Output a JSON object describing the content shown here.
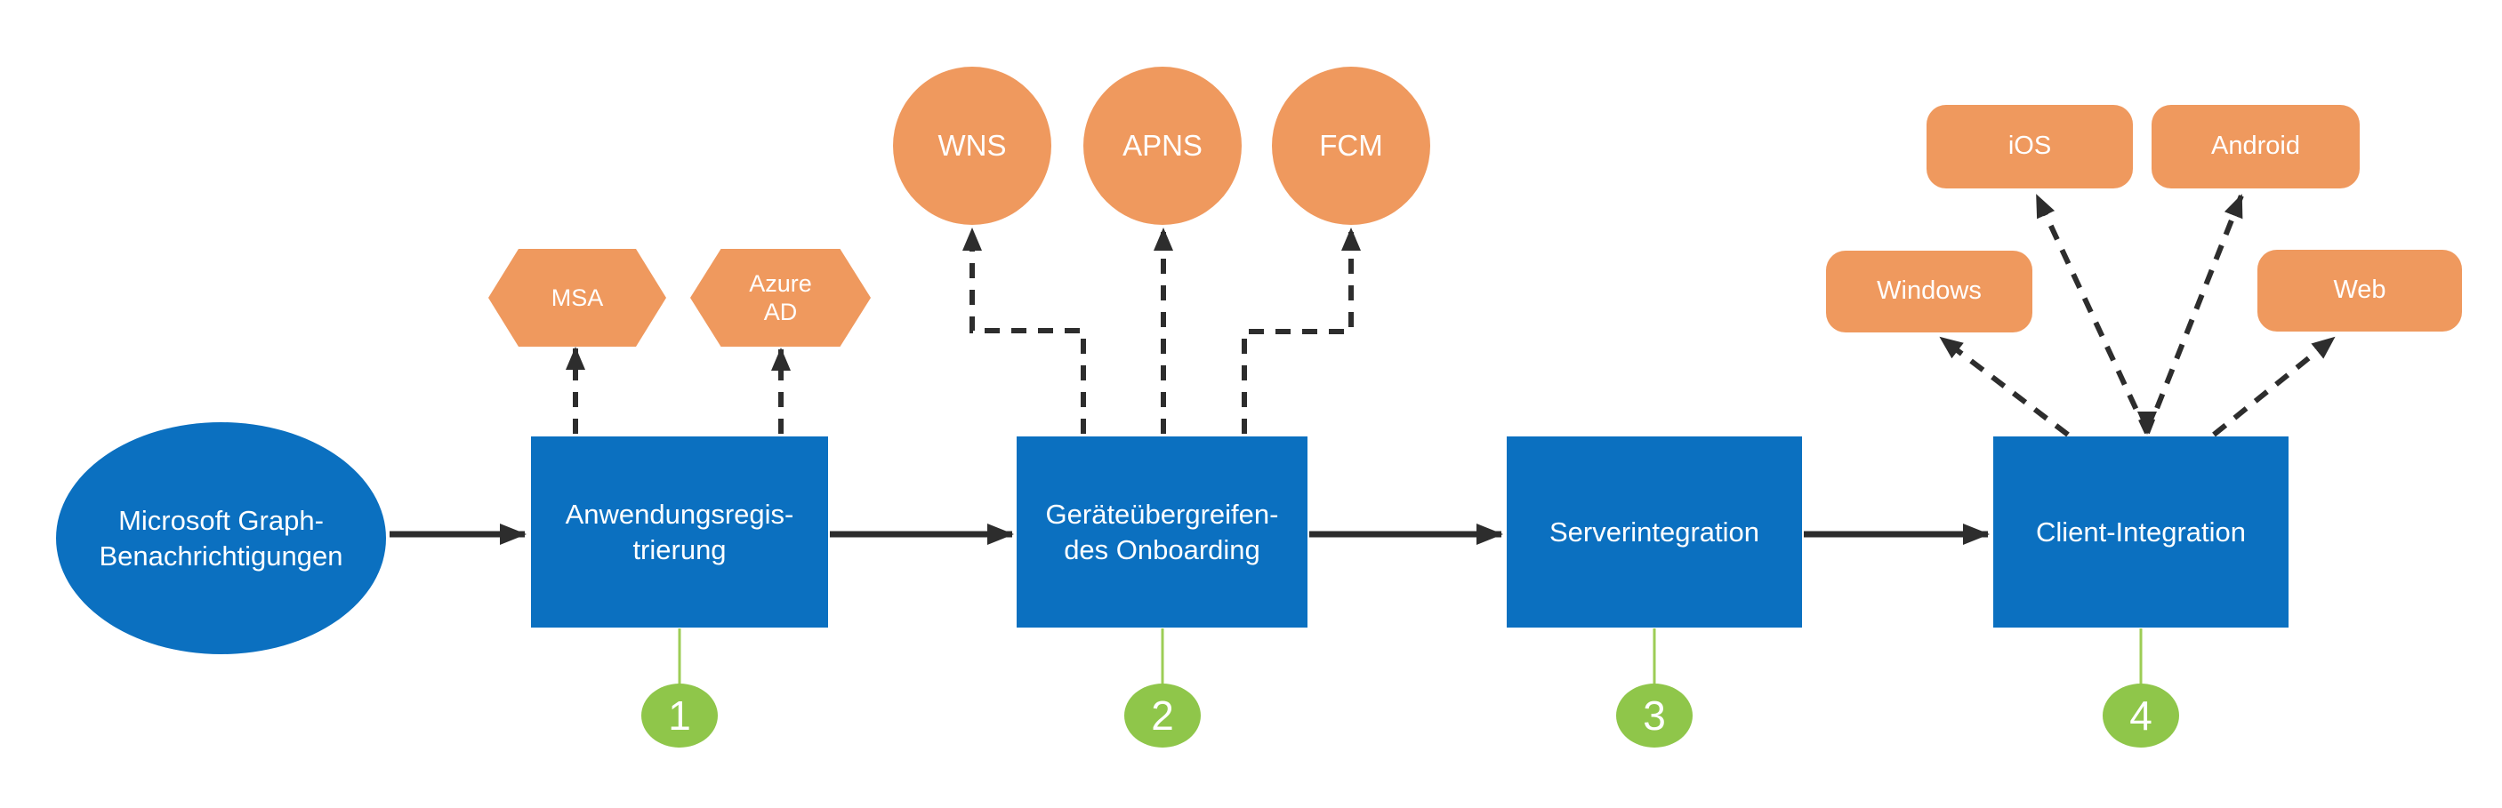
{
  "diagram": {
    "source": {
      "label": "Microsoft Graph-\nBenachrichtigungen"
    },
    "steps": [
      {
        "number": "1",
        "label": "Anwendungsregis-\ntrierung"
      },
      {
        "number": "2",
        "label": "Geräteübergreifen-\ndes Onboarding"
      },
      {
        "number": "3",
        "label": "Serverintegration"
      },
      {
        "number": "4",
        "label": "Client-Integration"
      }
    ],
    "identity_providers": [
      {
        "label": "MSA"
      },
      {
        "label": "Azure\nAD"
      }
    ],
    "push_services": [
      {
        "label": "WNS"
      },
      {
        "label": "APNS"
      },
      {
        "label": "FCM"
      }
    ],
    "client_platforms": [
      {
        "label": "iOS"
      },
      {
        "label": "Android"
      },
      {
        "label": "Windows"
      },
      {
        "label": "Web"
      }
    ],
    "colors": {
      "blue": "#0b70c0",
      "orange": "#ef995e",
      "green": "#8fc64a",
      "green_line": "#9dcd56",
      "line": "#2d2d2d"
    }
  }
}
